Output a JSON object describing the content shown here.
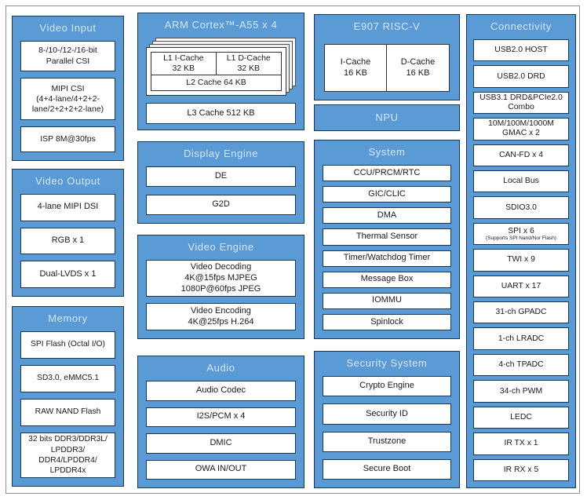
{
  "colors": {
    "panel_blue": "#5B9BD5",
    "panel_border": "#17375E",
    "box_border": "#17375E",
    "title_text": "#D6E6F7",
    "box_text": "#1A1A1A",
    "frame_border": "#8F8F8F"
  },
  "video_input": {
    "title": "Video Input",
    "items": [
      "8-/10-/12-/16-bit\nParallel CSI",
      "MIPI CSI\n(4+4-lane/4+2+2-\nlane/2+2+2+2-lane)",
      "ISP 8M@30fps"
    ]
  },
  "video_output": {
    "title": "Video Output",
    "items": [
      "4-lane MIPI DSI",
      "RGB x 1",
      "Dual-LVDS x 1"
    ]
  },
  "memory": {
    "title": "Memory",
    "items": [
      "SPI Flash (Octal I/O)",
      "SD3.0, eMMC5.1",
      "RAW NAND Flash",
      "32 bits DDR3/DDR3L/\nLPDDR3/\nDDR4/LPDDR4/\nLPDDR4x"
    ]
  },
  "cpu": {
    "title": "ARM Cortex™-A55 x 4",
    "l1_icache": "L1 I-Cache\n32 KB",
    "l1_dcache": "L1 D-Cache\n32 KB",
    "l2_cache": "L2 Cache 64 KB",
    "l3_cache": "L3 Cache 512 KB"
  },
  "display_engine": {
    "title": "Display Engine",
    "items": [
      "DE",
      "G2D"
    ]
  },
  "video_engine": {
    "title": "Video Engine",
    "items": [
      "Video Decoding\n4K@15fps MJPEG\n1080P@60fps JPEG",
      "Video Encoding\n4K@25fps H.264"
    ]
  },
  "audio": {
    "title": "Audio",
    "items": [
      "Audio Codec",
      "I2S/PCM x 4",
      "DMIC",
      "OWA IN/OUT"
    ]
  },
  "riscv": {
    "title": "E907 RISC-V",
    "icache": "I-Cache\n16 KB",
    "dcache": "D-Cache\n16 KB"
  },
  "npu": {
    "title": "NPU"
  },
  "system": {
    "title": "System",
    "items": [
      "CCU/PRCM/RTC",
      "GIC/CLIC",
      "DMA",
      "Thermal Sensor",
      "Timer/Watchdog Timer",
      "Message Box",
      "IOMMU",
      "Spinlock"
    ]
  },
  "security": {
    "title": "Security System",
    "items": [
      "Crypto Engine",
      "Security ID",
      "Trustzone",
      "Secure Boot"
    ]
  },
  "connectivity": {
    "title": "Connectivity",
    "items": [
      "USB2.0 HOST",
      "USB2.0 DRD",
      "USB3.1 DRD&PCIe2.0\nCombo",
      "10M/100M/1000M\nGMAC x 2",
      "CAN-FD x 4",
      "Local Bus",
      "SDIO3.0",
      "SPI x 6",
      "TWI x 9",
      "UART x 17",
      "31-ch GPADC",
      "1-ch LRADC",
      "4-ch TPADC",
      "34-ch PWM",
      "LEDC",
      "IR TX x 1",
      "IR RX x 5"
    ],
    "spi_note": "(Supports SPI Nand/Nor Flash)"
  }
}
